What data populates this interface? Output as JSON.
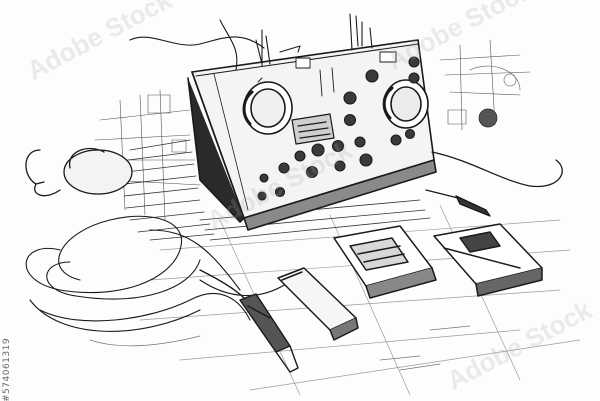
{
  "watermark": {
    "text": "Adobe Stock",
    "id_label": "#574061319"
  },
  "colors": {
    "paper": "#fdfdfd",
    "ink": "#1a1a1a",
    "shade": "#444444",
    "faint": "#9a9a9a"
  },
  "scene": {
    "subject": "sketch-radio-equipment"
  }
}
